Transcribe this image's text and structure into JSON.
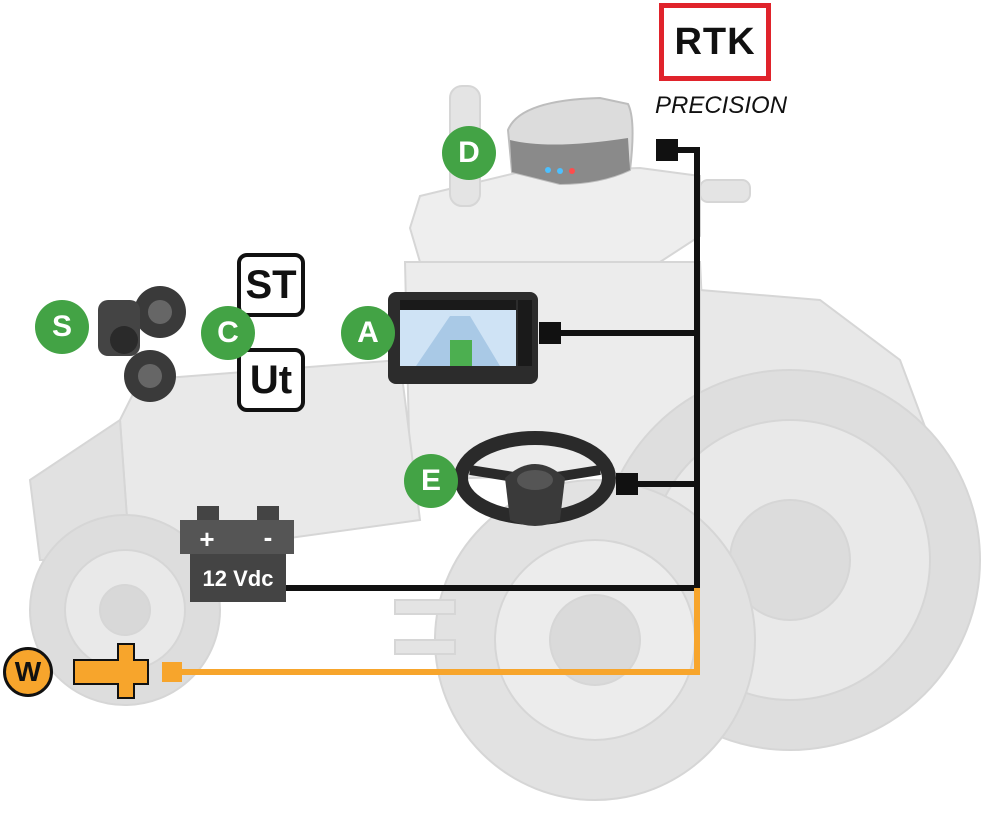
{
  "logo": {
    "brand": "RTK",
    "subtitle": "PRECISION",
    "border_color": "#e0232b"
  },
  "tags": {
    "st": "ST",
    "ut": "Ut"
  },
  "badges": {
    "s": "S",
    "c": "C",
    "a": "A",
    "d": "D",
    "e": "E",
    "w": "W"
  },
  "battery": {
    "label": "12 Vdc",
    "plus": "+",
    "minus": "-"
  },
  "colors": {
    "badge_green": "#43a345",
    "wire_black": "#111111",
    "wire_orange": "#f7a52c",
    "tractor_gray": "#e3e3e3"
  },
  "icons": [
    "tractor-illustration",
    "gnss-receiver-icon",
    "display-terminal-icon",
    "steering-wheel-motor-icon",
    "sensor-unit-icon",
    "battery-icon",
    "wheel-sensor-icon"
  ]
}
